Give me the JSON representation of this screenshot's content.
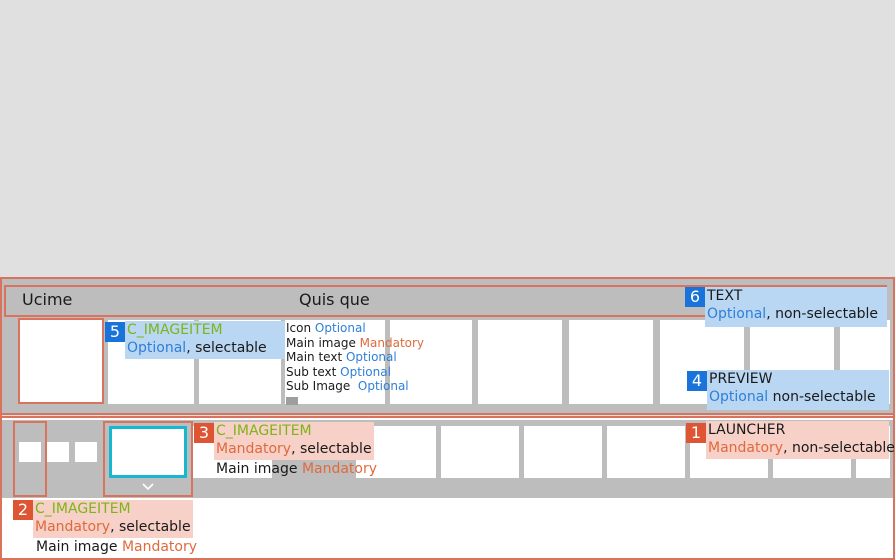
{
  "title_bar": {
    "left": "Ucime",
    "center": "Quis que"
  },
  "preview_meta": [
    {
      "key": "Icon",
      "value": "Optional",
      "tone": "blue"
    },
    {
      "key": "Main image",
      "value": "Mandatory",
      "tone": "orange"
    },
    {
      "key": "Main text",
      "value": "Optional",
      "tone": "blue"
    },
    {
      "key": "Sub text",
      "value": "Optional",
      "tone": "blue"
    },
    {
      "key": "Sub Image",
      "value": "Optional",
      "tone": "blue"
    }
  ],
  "callouts": {
    "c1": {
      "num": "1",
      "name": "LAUNCHER",
      "req": "Mandatory",
      "sel": ", non-selectable"
    },
    "c2": {
      "num": "2",
      "name": "C_IMAGEITEM",
      "req": "Mandatory",
      "sel": ", selectable",
      "extra_key": "Main image",
      "extra_val": "Mandatory"
    },
    "c3": {
      "num": "3",
      "name": "C_IMAGEITEM",
      "req": "Mandatory",
      "sel": ", selectable",
      "extra_key": "Main image",
      "extra_val": "Mandatory"
    },
    "c4": {
      "num": "4",
      "name": "PREVIEW",
      "req": "Optional",
      "sel": " non-selectable"
    },
    "c5": {
      "num": "5",
      "name": "C_IMAGEITEM",
      "req": "Optional",
      "sel": ", selectable"
    },
    "c6": {
      "num": "6",
      "name": "TEXT",
      "req": "Optional",
      "sel": ", non-selectable"
    }
  },
  "icons": {
    "chevron": "chevron-down-icon"
  },
  "colors": {
    "frame": "#d9735e",
    "focus": "#17b6d1",
    "red_tag": "#dd5533",
    "blue_tag": "#1a73d9",
    "red_bg": "#f7d0c7",
    "blue_bg": "#b9d6f2",
    "green": "#7cb518",
    "orange": "#e06a3c",
    "blue": "#2f7fd8"
  }
}
